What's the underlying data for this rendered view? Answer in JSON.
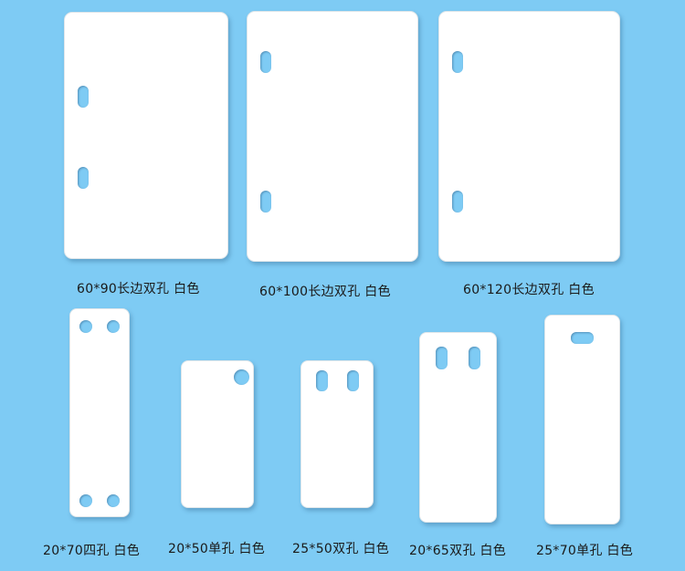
{
  "background_color": "#7ecbf4",
  "products": [
    {
      "label": "60*90长边双孔  白色"
    },
    {
      "label": "60*100长边双孔  白色"
    },
    {
      "label": "60*120长边双孔  白色"
    },
    {
      "label": "20*70四孔  白色"
    },
    {
      "label": "20*50单孔  白色"
    },
    {
      "label": "25*50双孔  白色"
    },
    {
      "label": "20*65双孔  白色"
    },
    {
      "label": "25*70单孔  白色"
    }
  ]
}
